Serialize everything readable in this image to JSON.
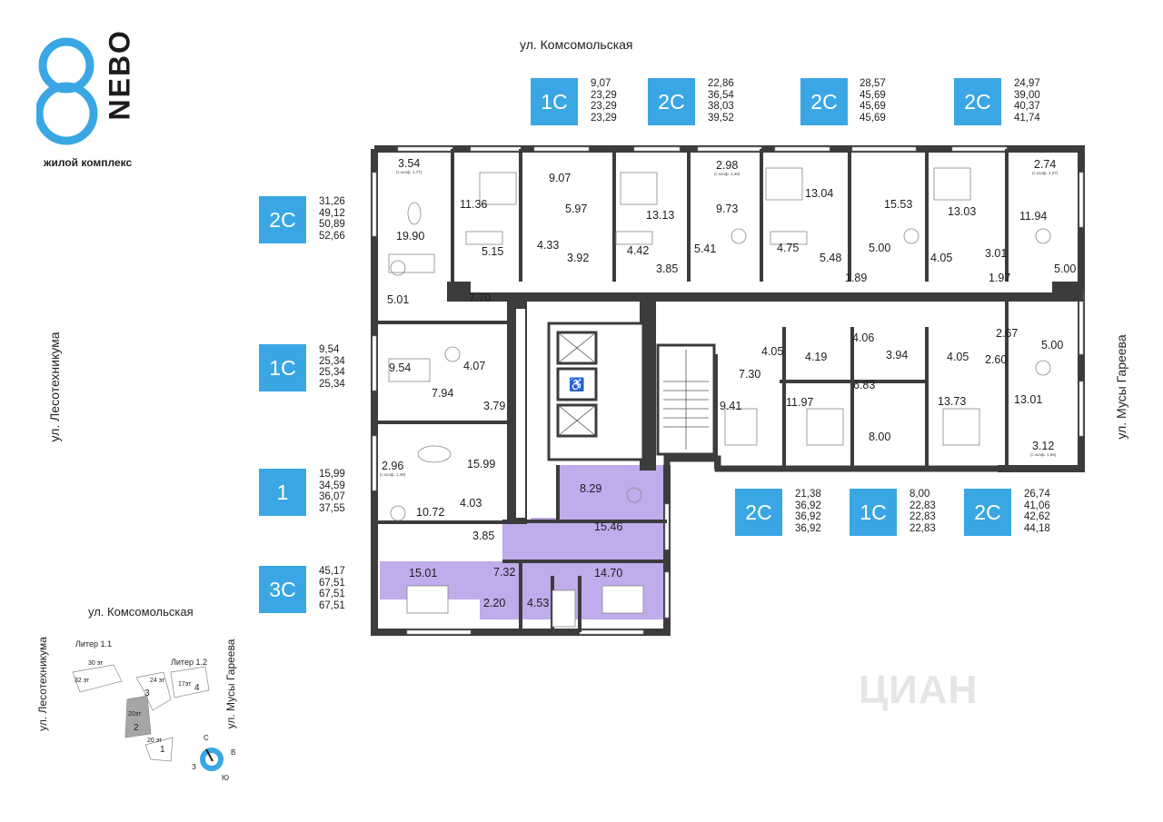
{
  "brand": {
    "logo_number": "8",
    "logo_word": "NEBO",
    "subtitle": "жилой комплекс"
  },
  "streets": {
    "top": "ул. Комсомольская",
    "left": "ул. Лесотехникума",
    "right": "ул. Мусы Гареева"
  },
  "apartments": [
    {
      "type": "1С",
      "areas": [
        "9,07",
        "23,29",
        "23,29",
        "23,29"
      ]
    },
    {
      "type": "2С",
      "areas": [
        "22,86",
        "36,54",
        "38,03",
        "39,52"
      ]
    },
    {
      "type": "2С",
      "areas": [
        "28,57",
        "45,69",
        "45,69",
        "45,69"
      ]
    },
    {
      "type": "2С",
      "areas": [
        "24,97",
        "39,00",
        "40,37",
        "41,74"
      ]
    },
    {
      "type": "2С",
      "areas": [
        "31,26",
        "49,12",
        "50,89",
        "52,66"
      ]
    },
    {
      "type": "1С",
      "areas": [
        "9,54",
        "25,34",
        "25,34",
        "25,34"
      ]
    },
    {
      "type": "1",
      "areas": [
        "15,99",
        "34,59",
        "36,07",
        "37,55"
      ]
    },
    {
      "type": "3С",
      "areas": [
        "45,17",
        "67,51",
        "67,51",
        "67,51"
      ]
    },
    {
      "type": "2С",
      "areas": [
        "21,38",
        "36,92",
        "36,92",
        "36,92"
      ]
    },
    {
      "type": "1С",
      "areas": [
        "8,00",
        "22,83",
        "22,83",
        "22,83"
      ]
    },
    {
      "type": "2С",
      "areas": [
        "26,74",
        "41,06",
        "42,62",
        "44,18"
      ]
    }
  ],
  "rooms": [
    "3.54",
    "(с коэф. 1,77)",
    "11.36",
    "9.07",
    "2.98",
    "(с коэф. 1,49)",
    "13.04",
    "15.53",
    "13.03",
    "2.74",
    "(с коэф. 1,37)",
    "19.90",
    "5.97",
    "13.13",
    "9.73",
    "11.94",
    "5.15",
    "4.33",
    "3.92",
    "4.42",
    "5.41",
    "4.75",
    "5.48",
    "5.00",
    "4.05",
    "3.01",
    "5.00",
    "3.85",
    "1.89",
    "1.97",
    "5.01",
    "7.70",
    "9.54",
    "4.07",
    "7.94",
    "3.79",
    "4.05",
    "7.30",
    "4.19",
    "4.06",
    "3.94",
    "4.05",
    "2.67",
    "5.00",
    "2.60",
    "9.41",
    "11.97",
    "6.83",
    "13.73",
    "13.01",
    "8.00",
    "2.96",
    "(с коэф. 1,48)",
    "15.99",
    "3.12",
    "(с коэф. 1,56)",
    "4.03",
    "10.72",
    "3.85",
    "8.29",
    "15.46",
    "15.01",
    "7.32",
    "14.70",
    "2.20",
    "4.53"
  ],
  "site_map": {
    "street_top": "ул. Комсомольская",
    "street_left": "ул. Лесотехникума",
    "street_right": "ул. Мусы Гареева",
    "liter_1": "Литер 1.1",
    "liter_2": "Литер 1.2",
    "floors": [
      "30 эт",
      "32 эт",
      "24 эт",
      "17эт",
      "20эт",
      "20 эт"
    ],
    "building_numbers": [
      "3",
      "4",
      "2",
      "1"
    ],
    "compass": {
      "n": "С",
      "e": "В",
      "w": "З",
      "s": "Ю"
    }
  },
  "watermark": "ЦИАН",
  "colors": {
    "accent": "#3aa7e4",
    "highlight": "#b59ce8",
    "wall": "#3c3c3c"
  }
}
